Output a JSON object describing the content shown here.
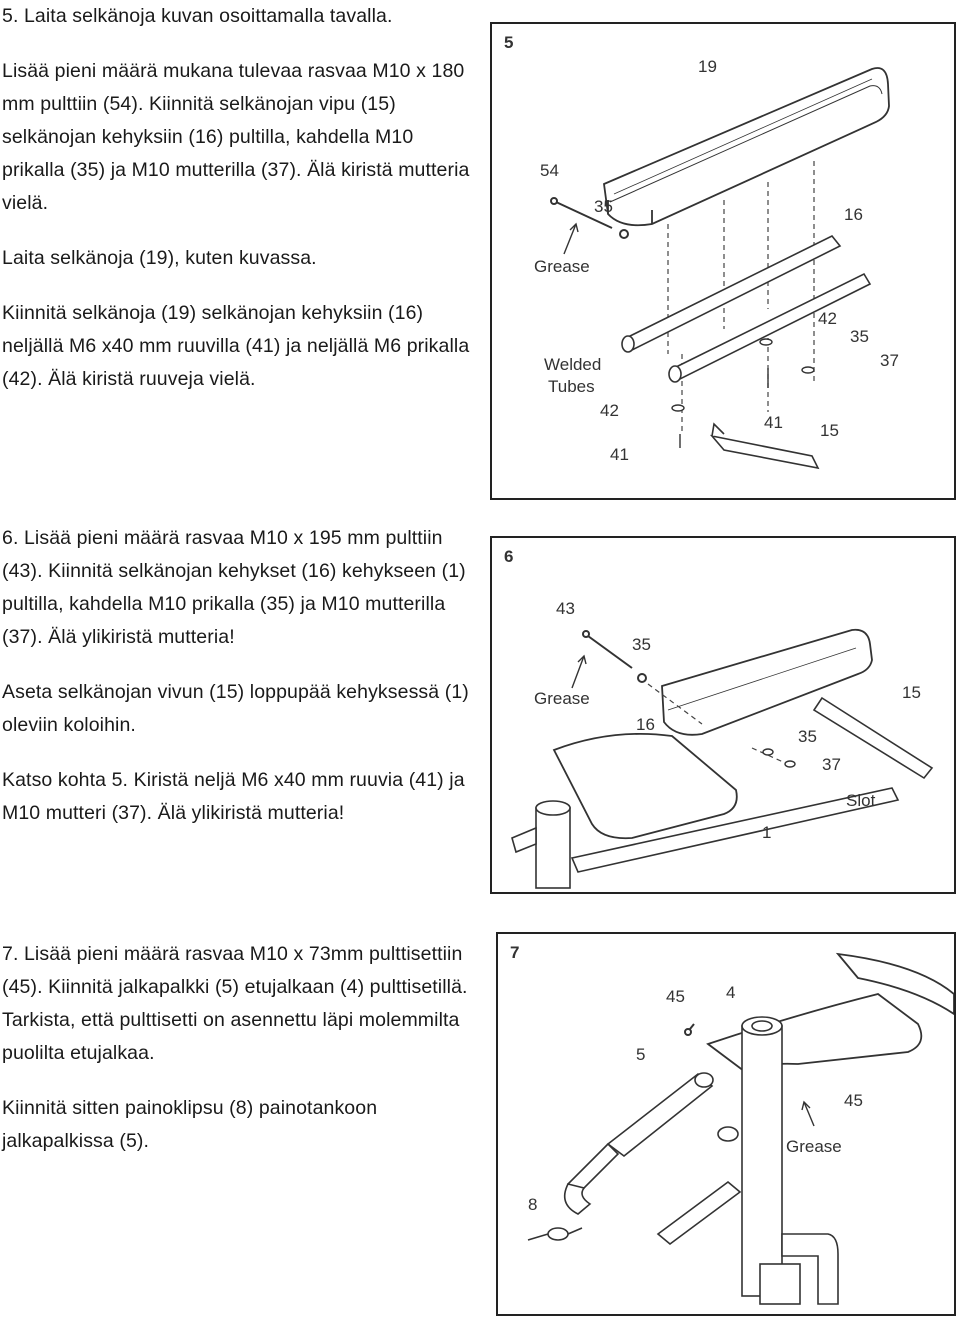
{
  "step5": {
    "p1": "5. Laita selkänoja kuvan osoittamalla tavalla.",
    "p2": "Lisää pieni määrä mukana tulevaa rasvaa M10 x 180 mm pulttiin (54). Kiinnitä selkänojan vipu (15) selkänojan kehyksiin (16) pultilla, kahdella M10 prikalla (35) ja M10 mutterilla (37). Älä kiristä mutteria vielä.",
    "p3": "Laita selkänoja (19), kuten kuvassa.",
    "p4": "Kiinnitä selkänoja (19) selkänojan kehyksiin (16) neljällä M6 x40 mm ruuvilla (41) ja neljällä M6 prikalla (42). Älä kiristä ruuveja vielä.",
    "figure": {
      "step": "5",
      "labels": {
        "l19": "19",
        "l54": "54",
        "l35a": "35",
        "l16": "16",
        "grease": "Grease",
        "l42a": "42",
        "l35b": "35",
        "l37": "37",
        "welded1": "Welded",
        "welded2": "Tubes",
        "l42b": "42",
        "l41a": "41",
        "l15": "15",
        "l41b": "41"
      }
    }
  },
  "step6": {
    "p1": "6. Lisää pieni määrä rasvaa M10 x 195 mm pulttiin (43). Kiinnitä selkänojan kehykset (16) kehykseen (1) pultilla, kahdella M10 prikalla (35) ja M10 mutterilla (37). Älä ylikiristä mutteria!",
    "p2": "Aseta selkänojan vivun (15) loppupää kehyksessä (1) oleviin koloihin.",
    "p3": "Katso kohta 5. Kiristä neljä M6 x40 mm ruuvia (41) ja M10 mutteri (37). Älä ylikiristä mutteria!",
    "figure": {
      "step": "6",
      "labels": {
        "l43": "43",
        "l35a": "35",
        "grease": "Grease",
        "l15": "15",
        "l16": "16",
        "l35b": "35",
        "l37": "37",
        "slot": "Slot",
        "l1": "1"
      }
    }
  },
  "step7": {
    "p1": "7. Lisää pieni määrä rasvaa M10 x 73mm pulttisettiin (45). Kiinnitä jalkapalkki (5) etujalkaan (4) pulttisetillä. Tarkista, että pulttisetti on asennettu läpi molemmilta puolilta etujalkaa.",
    "p2": "Kiinnitä sitten painoklipsu (8) painotankoon jalkapalkissa (5).",
    "figure": {
      "step": "7",
      "labels": {
        "l45a": "45",
        "l4": "4",
        "l5": "5",
        "l45b": "45",
        "grease": "Grease",
        "l8": "8"
      }
    }
  }
}
